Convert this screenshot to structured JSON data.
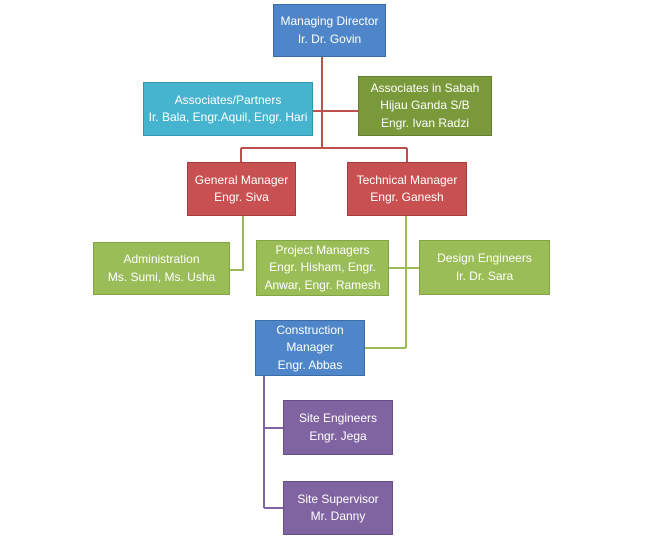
{
  "nodes": {
    "managing_director": {
      "title": "Managing Director",
      "name": "Ir. Dr. Govin",
      "color": "#4e86c9"
    },
    "associates_partners": {
      "title": "Associates/Partners",
      "name": "Ir. Bala, Engr.Aquil, Engr. Hari",
      "color": "#47b4cf"
    },
    "associates_sabah": {
      "title": "Associates in Sabah",
      "company": "Hijau Ganda S/B",
      "name": "Engr. Ivan Radzi",
      "color": "#79993a"
    },
    "general_manager": {
      "title": "General Manager",
      "name": "Engr. Siva",
      "color": "#c85050"
    },
    "technical_manager": {
      "title": "Technical Manager",
      "name": "Engr. Ganesh",
      "color": "#c85050"
    },
    "administration": {
      "title": "Administration",
      "name": "Ms. Sumi, Ms. Usha",
      "color": "#9bbd57"
    },
    "project_managers": {
      "title": "Project Managers",
      "name_line1": "Engr. Hisham, Engr.",
      "name_line2": "Anwar, Engr. Ramesh",
      "color": "#9bbd57"
    },
    "design_engineers": {
      "title": "Design Engineers",
      "name": "Ir. Dr. Sara",
      "color": "#9bbd57"
    },
    "construction_manager": {
      "title_line1": "Construction",
      "title_line2": "Manager",
      "name": "Engr. Abbas",
      "color": "#4e86c9"
    },
    "site_engineers": {
      "title": "Site Engineers",
      "name": "Engr. Jega",
      "color": "#8064a2"
    },
    "site_supervisor": {
      "title": "Site Supervisor",
      "name": "Mr. Danny",
      "color": "#8064a2"
    }
  },
  "connector_colors": {
    "red": "#c0504d",
    "green": "#9bbb59",
    "purple": "#8064a2"
  }
}
